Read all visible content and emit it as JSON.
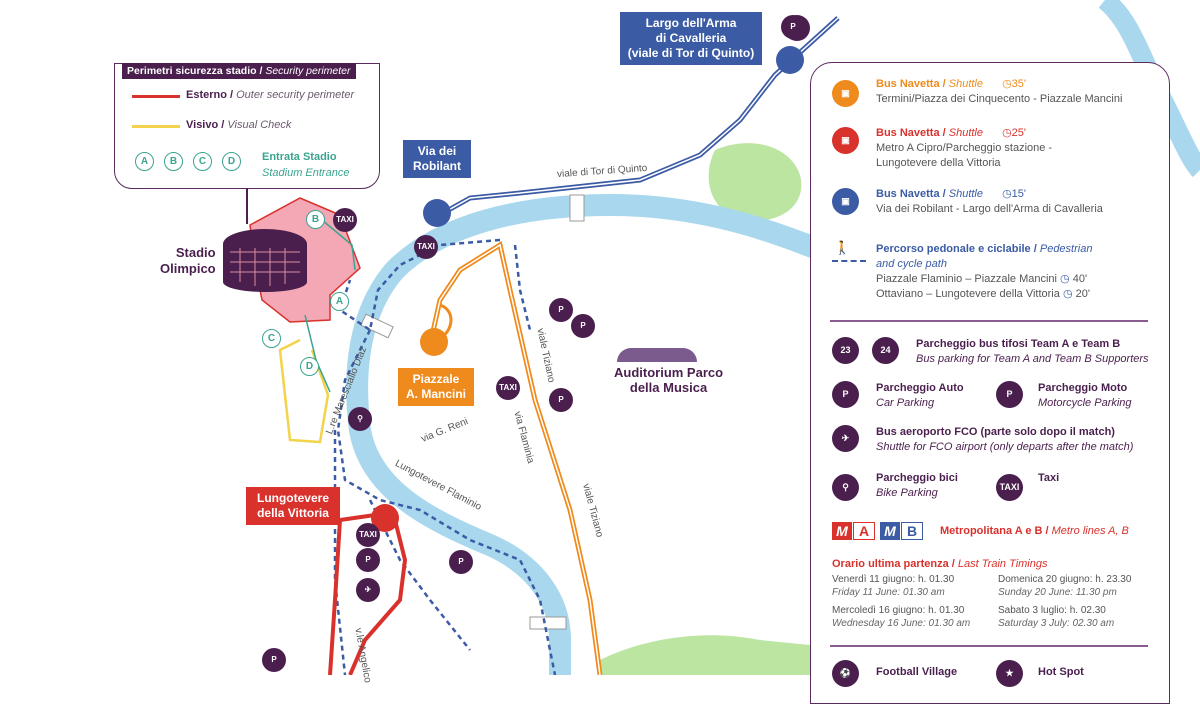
{
  "colors": {
    "river": "#a9d8ee",
    "park": "#bde5a2",
    "purple": "#4a1f4e",
    "blue_route": "#3b5ba5",
    "red_route": "#d9312c",
    "orange_route": "#ef8a1c",
    "yellow_visual": "#f2d34b",
    "teal_entrance": "#3aa48f",
    "stadium_zone": "#f4a7b4"
  },
  "security_legend": {
    "title": "Perimetri sicurezza stadio / ",
    "title_en": "Security perimeter",
    "outer": "Esterno / ",
    "outer_en": "Outer security perimeter",
    "visual": "Visivo / ",
    "visual_en": "Visual Check",
    "entrances": [
      "A",
      "B",
      "C",
      "D"
    ],
    "entrance_label": "Entrata Stadio",
    "entrance_label_en": "Stadium Entrance"
  },
  "map_labels": {
    "stadio": "Stadio\nOlimpico",
    "largo": "Largo dell'Arma\ndi Cavalleria\n(viale di Tor di Quinto)",
    "robilant": "Via dei\nRobilant",
    "mancini": "Piazzale\nA. Mancini",
    "lungotevere_vittoria": "Lungotevere\ndella Vittoria",
    "auditorium": "Auditorium Parco\ndella Musica",
    "taxi": "TAXI"
  },
  "streets": {
    "tor_di_quinto": "viale di Tor di Quinto",
    "tiziano": "viale Tiziano",
    "tiziano2": "viale Tiziano",
    "flaminia": "via Flaminia",
    "reni": "via G. Reni",
    "lungotevere_flaminio": "Lungotevere Flaminio",
    "maresciallo_diaz": "L.re Maresciallo Diaz",
    "angelico": "v.le Angelico"
  },
  "stadium_gates": [
    "A",
    "B",
    "C",
    "D"
  ],
  "legend": {
    "bus1": {
      "title": "Bus Navetta / ",
      "title_en": "Shuttle",
      "time": "35'",
      "route": "Termini/Piazza dei Cinquecento - Piazzale Mancini"
    },
    "bus2": {
      "title": "Bus Navetta / ",
      "title_en": "Shuttle",
      "time": "25'",
      "route1": "Metro A Cipro/Parcheggio stazione  -",
      "route2": "Lungotevere della Vittoria"
    },
    "bus3": {
      "title": "Bus Navetta / ",
      "title_en": "Shuttle",
      "time": "15'",
      "route": "Via dei Robilant - Largo dell'Arma di Cavalleria"
    },
    "ped": {
      "title": "Percorso pedonale e ciclabile / ",
      "title_en": "Pedestrian",
      "title_en2": "and cycle path",
      "line1": "Piazzale Flaminio – Piazzale Mancini",
      "time1": "40'",
      "line2": "Ottaviano – Lungotevere della Vittoria",
      "time2": "20'"
    },
    "busfan": {
      "title": "Parcheggio bus tifosi Team A e Team B",
      "title_en": "Bus parking for Team A and Team B Supporters",
      "icon1": "23",
      "icon2": "24"
    },
    "car": {
      "title": "Parcheggio Auto",
      "title_en": "Car Parking"
    },
    "moto": {
      "title": "Parcheggio Moto",
      "title_en": "Motorcycle Parking"
    },
    "fco": {
      "title": "Bus aeroporto FCO (parte solo dopo il match)",
      "title_en": "Shuttle for FCO airport (only departs after the match)"
    },
    "bike": {
      "title": "Parcheggio bici",
      "title_en": "Bike Parking"
    },
    "taxi": {
      "title": "Taxi",
      "icon": "TAXI"
    },
    "metro": {
      "title": "Metropolitana A e B / ",
      "title_en": "Metro lines A, B",
      "a": "A",
      "b": "B"
    },
    "timings_title": "Orario ultima partenza / ",
    "timings_title_en": "Last Train Timings",
    "timings": [
      {
        "it": "Venerdì 11 giugno: h. 01.30",
        "en": "Friday 11 June: 01.30 am"
      },
      {
        "it": "Domenica 20 giugno: h. 23.30",
        "en": "Sunday 20 June: 11.30 pm"
      },
      {
        "it": "Mercoledì 16 giugno: h. 01.30",
        "en": "Wednesday 16 June: 01.30 am"
      },
      {
        "it": "Sabato 3 luglio: h. 02.30",
        "en": "Saturday 3 July: 02.30 am"
      }
    ],
    "football_village": "Football Village",
    "hot_spot": "Hot Spot"
  }
}
